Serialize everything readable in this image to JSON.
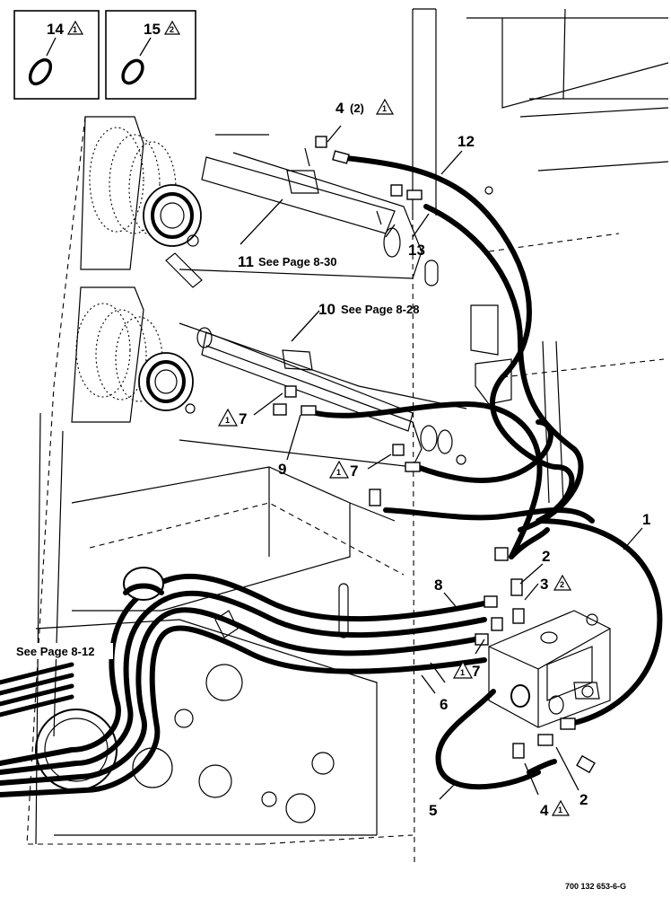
{
  "inset_boxes": [
    {
      "number": "14",
      "note": "1"
    },
    {
      "number": "15",
      "note": "2"
    }
  ],
  "callouts": {
    "c1": "1",
    "c2_top": "2",
    "c2_bottom": "2",
    "c3": "3",
    "c3_note": "2",
    "c4_top": "4",
    "c4_top_qty": "(2)",
    "c4_top_note": "1",
    "c4_bottom": "4",
    "c4_bottom_note": "1",
    "c5": "5",
    "c6": "6",
    "c7_left": "7",
    "c7_left_note": "1",
    "c7_mid": "7",
    "c7_mid_note": "1",
    "c7_bottom": "7",
    "c7_bottom_note": "1",
    "c8": "8",
    "c9": "9",
    "c10": "10",
    "c10_ref": "See Page 8-28",
    "c11": "11",
    "c11_ref": "See Page 8-30",
    "c12": "12",
    "c13": "13",
    "left_ref": "See Page 8-12"
  },
  "figure_id": "700 132 653-6-G"
}
